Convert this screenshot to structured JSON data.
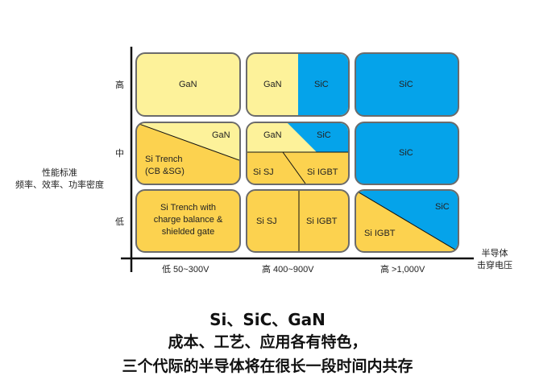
{
  "y_axis": {
    "title_line1": "性能标准",
    "title_line2": "频率、效率、功率密度",
    "levels": [
      "高",
      "中",
      "低"
    ]
  },
  "x_axis": {
    "title_line1": "半导体",
    "title_line2": "击穿电压",
    "levels": [
      "低 50~300V",
      "高 400~900V",
      "高 >1,000V"
    ]
  },
  "cells": {
    "high_low": "GaN",
    "high_mid_gan": "GaN",
    "high_mid_sic": "SiC",
    "high_high": "SiC",
    "mid_low_gan": "GaN",
    "mid_low_si": "Si Trench\n(CB &SG)",
    "mid_mid_gan": "GaN",
    "mid_mid_sic": "SiC",
    "mid_mid_sisj": "Si SJ",
    "mid_mid_siigbt": "Si IGBT",
    "mid_high": "SiC",
    "low_low": "Si Trench with charge balance & shielded gate",
    "low_mid_sisj": "Si SJ",
    "low_mid_siigbt": "Si IGBT",
    "low_high_sic": "SiC",
    "low_high_siigbt": "Si IGBT"
  },
  "colors": {
    "yellow": "#fdf29a",
    "blue": "#05a3ea",
    "orange": "#fcd24f",
    "border": "#6b6b6b"
  },
  "caption": {
    "line1": "Si、SiC、GaN",
    "line2": "成本、工艺、应用各有特色，",
    "line3": "三个代际的半导体将在很长一段时间内共存"
  }
}
